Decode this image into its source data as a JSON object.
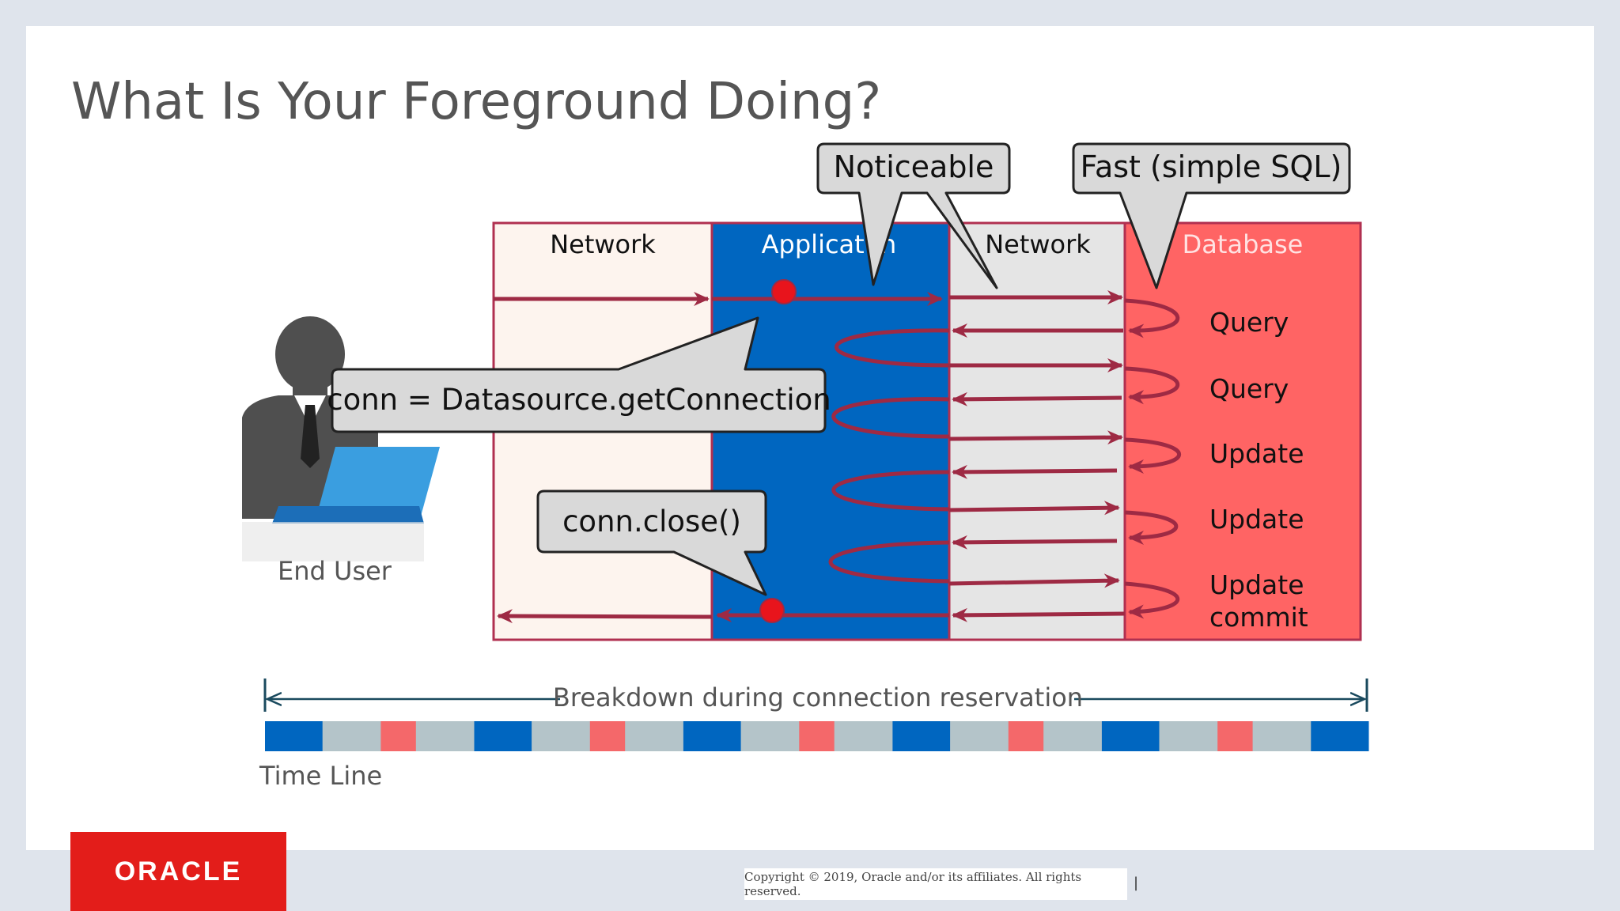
{
  "slide": {
    "title": "What Is Your Foreground Doing?"
  },
  "diagram": {
    "columns": [
      {
        "label": "Network",
        "fill": "#fdf4ee",
        "label_color": "#111111"
      },
      {
        "label": "Applicat  n",
        "fill": "#0066c0",
        "label_color": "#ffffff"
      },
      {
        "label": "Network",
        "fill": "#e5e5e5",
        "label_color": "#111111"
      },
      {
        "label": "Database",
        "fill": "#ff6464",
        "label_color": "#ffe2e2"
      }
    ],
    "db_operations": [
      "Query",
      "Query",
      "Update",
      "Update",
      "Update",
      "commit"
    ],
    "callouts": {
      "noticeable": "Noticeable",
      "fast": "Fast (simple SQL)",
      "get_connection": "conn = Datasource.getConnection",
      "close": "conn.close()"
    },
    "end_user_label": "End User",
    "timeline": {
      "label": "Breakdown during connection reservation",
      "axis_label": "Time Line",
      "segments": [
        "app",
        "net",
        "db",
        "net",
        "app",
        "net",
        "db",
        "net",
        "app",
        "net",
        "db",
        "net",
        "app",
        "net",
        "db",
        "net",
        "app",
        "net",
        "db",
        "net",
        "app"
      ]
    },
    "colors": {
      "arrow": "#9e2a44",
      "app": "#0066c0",
      "net": "#b4c4c9",
      "db": "#f4686a",
      "callout_fill": "#d9d9d9",
      "red_dot": "#e8141c",
      "brand": "#e31d1a"
    }
  },
  "footer": {
    "logo": "ORACLE",
    "copyright": "Copyright © 2019, Oracle and/or its affiliates. All rights reserved.",
    "separator": "|"
  }
}
